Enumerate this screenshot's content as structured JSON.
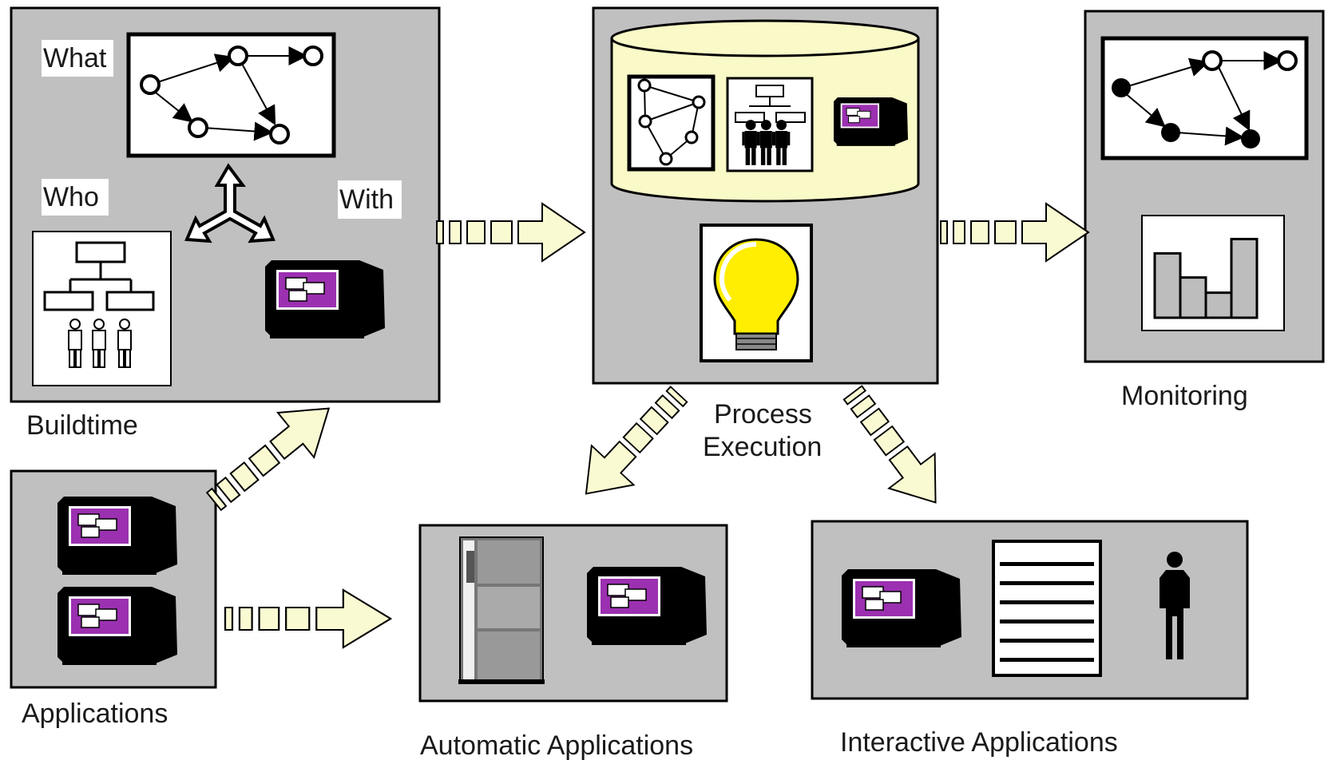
{
  "buildtime": {
    "title": "Buildtime",
    "what": "What",
    "who": "Who",
    "with": "With"
  },
  "process_execution": {
    "title_line1": "Process",
    "title_line2": "Execution"
  },
  "monitoring": {
    "title": "Monitoring",
    "bar_levels": [
      0.72,
      0.45,
      0.28,
      0.88
    ]
  },
  "applications": {
    "title": "Applications"
  },
  "automatic_applications": {
    "title": "Automatic Applications"
  },
  "interactive_applications": {
    "title": "Interactive Applications"
  },
  "colors": {
    "panel_gray": "#c0c0c0",
    "arrow_fill": "#fafad2",
    "database_fill": "#fafac8",
    "screen_purple": "#9b30b0",
    "bulb_yellow": "#ffee00"
  }
}
